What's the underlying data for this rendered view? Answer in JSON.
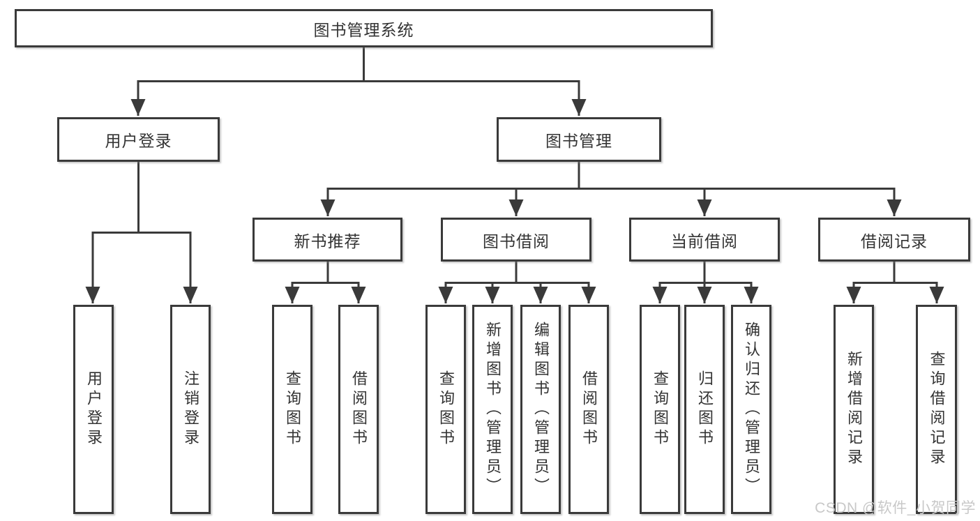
{
  "tree": {
    "root": {
      "label": "图书管理系统"
    },
    "branches": [
      {
        "label": "用户登录",
        "children": [
          {
            "label": "用户登录"
          },
          {
            "label": "注销登录"
          }
        ]
      },
      {
        "label": "图书管理",
        "sections": [
          {
            "label": "新书推荐",
            "children": [
              {
                "label": "查询图书"
              },
              {
                "label": "借阅图书"
              }
            ]
          },
          {
            "label": "图书借阅",
            "children": [
              {
                "label": "查询图书"
              },
              {
                "label": "新增图书（管理员）"
              },
              {
                "label": "编辑图书（管理员）"
              },
              {
                "label": "借阅图书"
              }
            ]
          },
          {
            "label": "当前借阅",
            "children": [
              {
                "label": "查询图书"
              },
              {
                "label": "归还图书"
              },
              {
                "label": "确认归还（管理员）"
              }
            ]
          },
          {
            "label": "借阅记录",
            "children": [
              {
                "label": "新增借阅记录"
              },
              {
                "label": "查询借阅记录"
              }
            ]
          }
        ]
      }
    ]
  },
  "watermark": "CSDN @软件_小贺同学",
  "colors": {
    "line": "#3a3a3a",
    "box_border": "#3a3a3a",
    "box_fill": "#ffffff",
    "text": "#333333",
    "watermark": "#c8c8c8",
    "background": "#ffffff"
  }
}
